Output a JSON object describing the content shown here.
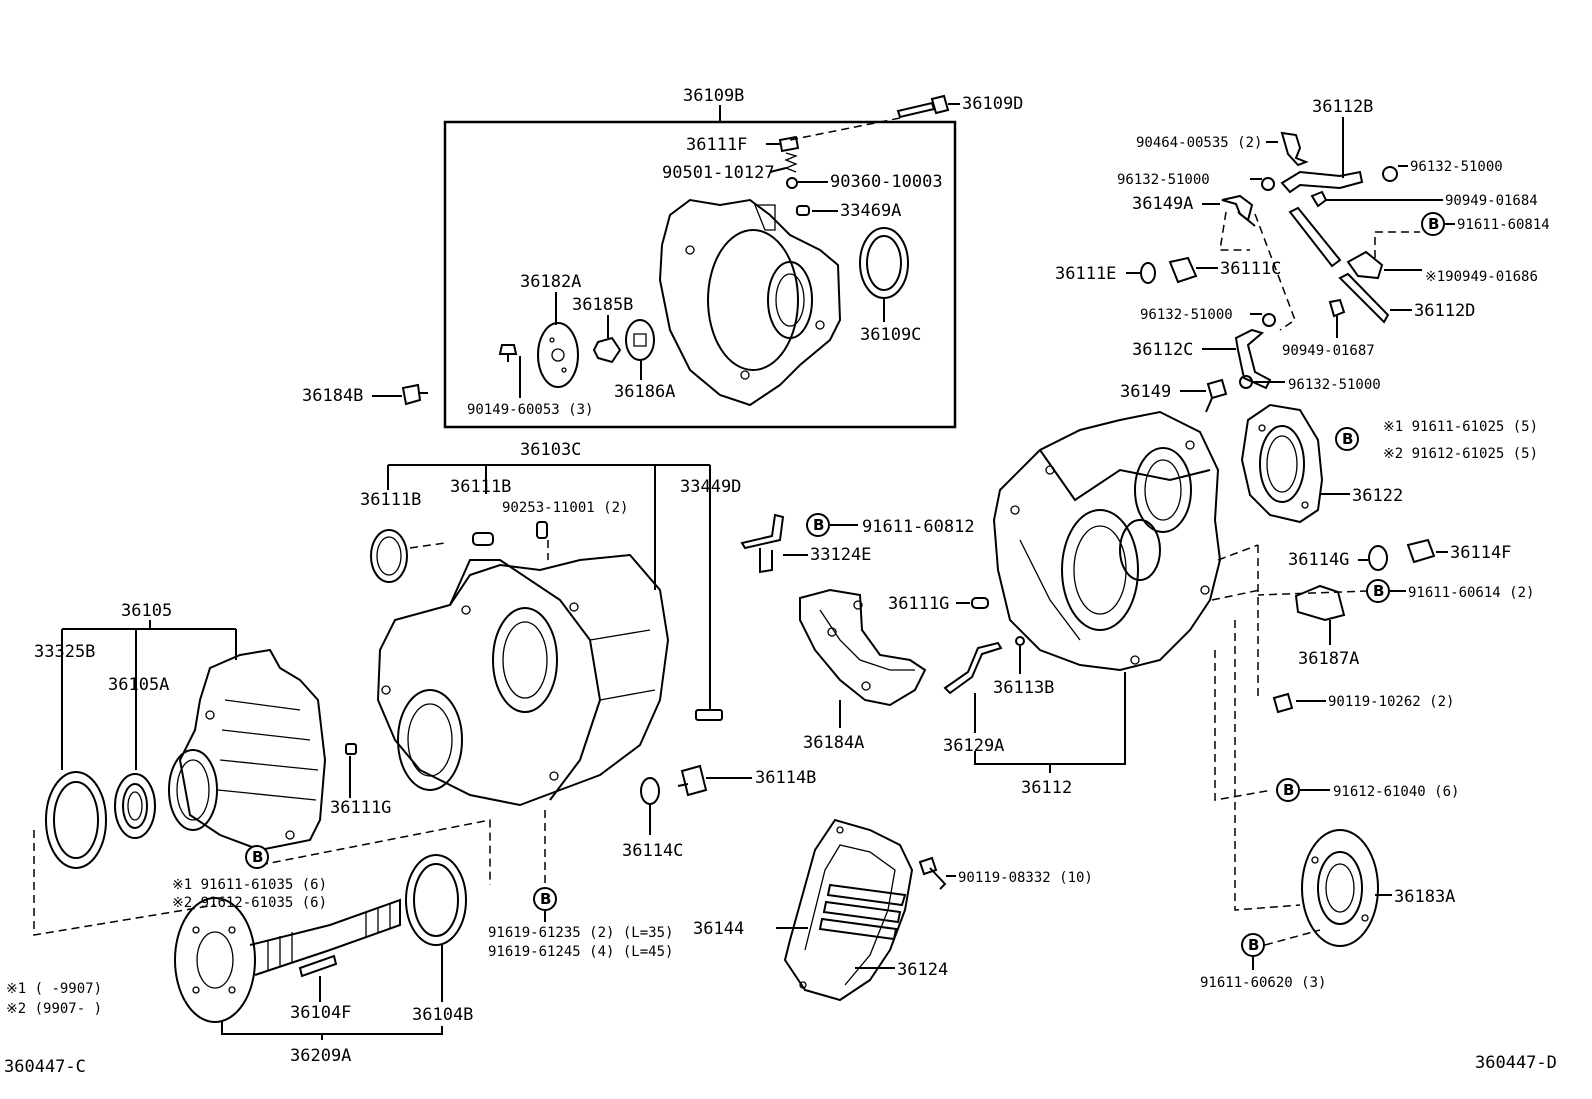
{
  "diagram": {
    "labels": {
      "p36109B": "36109B",
      "p36109D": "36109D",
      "p36111F": "36111F",
      "p90501_10127": "90501-10127",
      "p90360_10003": "90360-10003",
      "p33469A": "33469A",
      "p36182A": "36182A",
      "p36185B": "36185B",
      "p36186A": "36186A",
      "p36109C": "36109C",
      "p90149_60053": "90149-60053 (3)",
      "p36184B": "36184B",
      "p36103C": "36103C",
      "p36111B_a": "36111B",
      "p36111B_b": "36111B",
      "p90253_11001": "90253-11001 (2)",
      "p33449D": "33449D",
      "p36105": "36105",
      "p33325B": "33325B",
      "p36105A": "36105A",
      "p36111G_a": "36111G",
      "p91611_61035": "※1 91611-61035 (6)",
      "p91612_61035": "※2 91612-61035 (6)",
      "p91619_61235": "91619-61235 (2) (L=35)",
      "p91619_61245": "91619-61245 (4) (L=45)",
      "p36114C": "36114C",
      "p36114B": "36114B",
      "p36104F": "36104F",
      "p36104B": "36104B",
      "p36209A": "36209A",
      "note1": "※1 (      -9907)",
      "note2": "※2 (9907-      )",
      "figL": "360447-C",
      "figR": "360447-D",
      "p91611_60812": "91611-60812",
      "p33124E": "33124E",
      "p36111G_b": "36111G",
      "p36184A": "36184A",
      "p36113B": "36113B",
      "p36129A": "36129A",
      "p36112": "36112",
      "p90119_08332": "90119-08332 (10)",
      "p36144": "36144",
      "p36124": "36124",
      "p36112B": "36112B",
      "p90464_00535": "90464-00535 (2)",
      "p96132_51000_a": "96132-51000",
      "p96132_51000_b": "96132-51000",
      "p90949_01684": "90949-01684",
      "p36149A": "36149A",
      "p91611_60814": "91611-60814",
      "p36111E": "36111E",
      "p36111C": "36111C",
      "p90949_01686": "※190949-01686",
      "p96132_51000_c": "96132-51000",
      "p36112D": "36112D",
      "p36112C": "36112C",
      "p90949_01687": "90949-01687",
      "p36149": "36149",
      "p96132_51000_d": "96132-51000",
      "p91611_61025": "※1  91611-61025 (5)",
      "p91612_61025": "※2  91612-61025 (5)",
      "p36122": "36122",
      "p36114G": "36114G",
      "p36114F": "36114F",
      "p91611_60614": "91611-60614 (2)",
      "p36187A": "36187A",
      "p90119_10262": "90119-10262 (2)",
      "p91612_61040": "91612-61040 (6)",
      "p36183A": "36183A",
      "p91611_60620": "91611-60620 (3)",
      "bolt_mark": "B"
    }
  }
}
